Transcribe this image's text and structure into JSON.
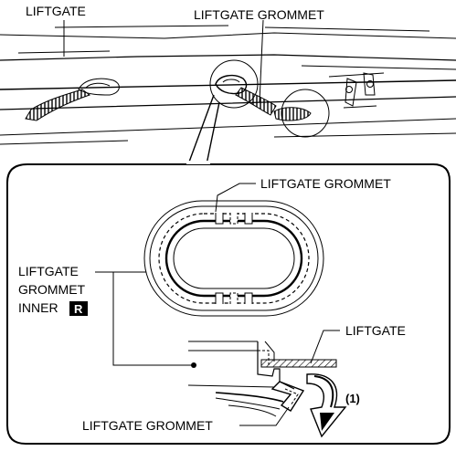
{
  "labels": {
    "liftgate_top": "LIFTGATE",
    "grommet_top": "LIFTGATE GROMMET",
    "grommet_detail": "LIFTGATE GROMMET",
    "inner_line1": "LIFTGATE",
    "inner_line2": "GROMMET",
    "inner_line3": "INNER",
    "inner_badge": "R",
    "liftgate_detail": "LIFTGATE",
    "step_marker": "(1)",
    "grommet_bottom": "LIFTGATE GROMMET"
  }
}
